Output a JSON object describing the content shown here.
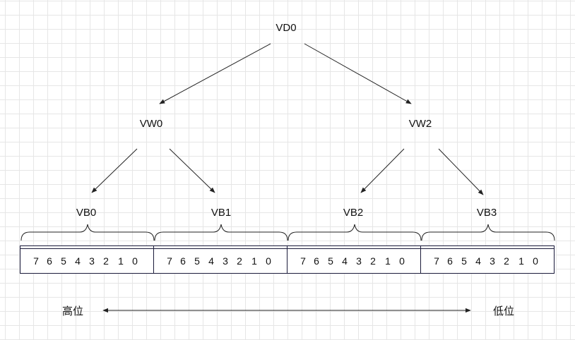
{
  "nodes": {
    "dword": "VD0",
    "words": [
      "VW0",
      "VW2"
    ],
    "bytes": [
      "VB0",
      "VB1",
      "VB2",
      "VB3"
    ]
  },
  "bits": [
    "7",
    "6",
    "5",
    "4",
    "3",
    "2",
    "1",
    "0"
  ],
  "direction": {
    "high": "高位",
    "low": "低位"
  }
}
